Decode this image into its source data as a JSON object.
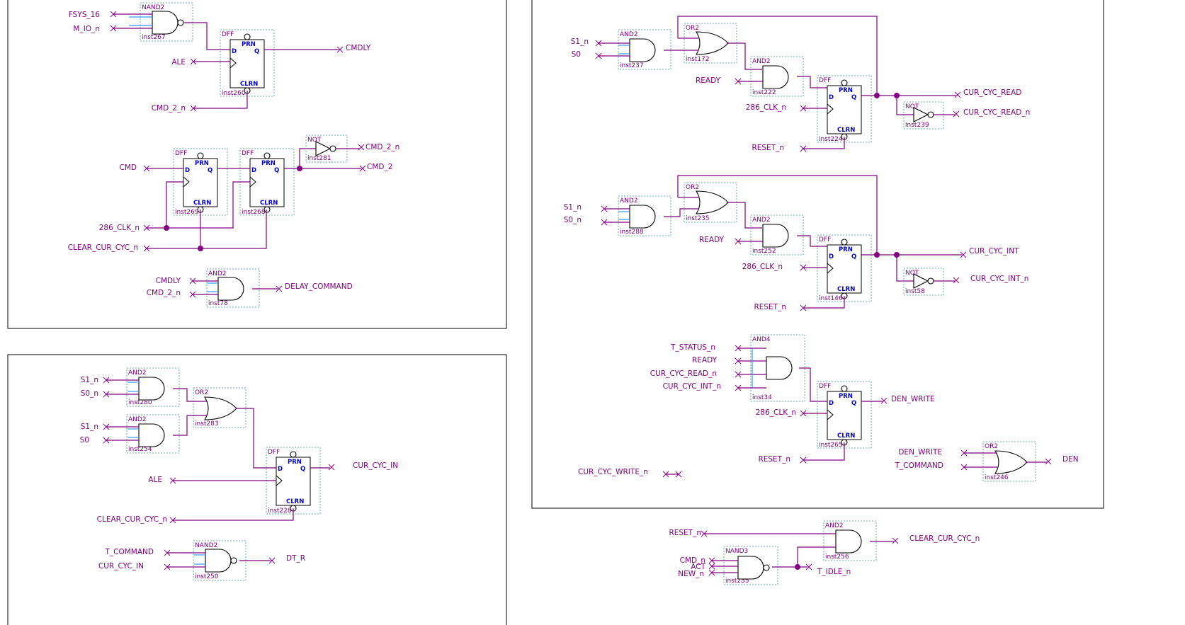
{
  "panel1": {
    "g_nand_a": {
      "type": "NAND2",
      "inst": "inst267",
      "in": [
        "FSYS_16",
        "M_IO_n"
      ]
    },
    "d_cmdly": {
      "type": "DFF",
      "inst": "inst260",
      "clk": "ALE",
      "clrn": "CMD_2_n",
      "out": "CMDLY"
    },
    "d_cmd1": {
      "type": "DFF",
      "inst": "inst269",
      "in": "CMD"
    },
    "d_cmd2": {
      "type": "DFF",
      "inst": "inst268"
    },
    "not1": {
      "type": "NOT",
      "inst": "inst281",
      "out": "CMD_2_n"
    },
    "cmd2_out": "CMD_2",
    "clk": "286_CLK_n",
    "clr": "CLEAR_CUR_CYC_n",
    "and_delay": {
      "type": "AND2",
      "inst": "inst78",
      "in": [
        "CMDLY",
        "CMD_2_n"
      ],
      "out": "DELAY_COMMAND"
    }
  },
  "panel2": {
    "a1": {
      "type": "AND2",
      "inst": "inst280",
      "in": [
        "S1_n",
        "S0_n"
      ]
    },
    "a2": {
      "type": "AND2",
      "inst": "inst254",
      "in": [
        "S1_n",
        "S0"
      ]
    },
    "or1": {
      "type": "OR2",
      "inst": "inst283"
    },
    "dff": {
      "type": "DFF",
      "inst": "inst228",
      "clk": "ALE",
      "clr": "CLEAR_CUR_CYC_n",
      "out": "CUR_CYC_IN"
    },
    "nand": {
      "type": "NAND2",
      "inst": "inst250",
      "in": [
        "T_COMMAND",
        "CUR_CYC_IN"
      ],
      "out": "DT_R"
    }
  },
  "panel3": {
    "r_and": {
      "type": "AND2",
      "inst": "inst237",
      "in": [
        "S1_n",
        "S0"
      ]
    },
    "r_or": {
      "type": "OR2",
      "inst": "inst172"
    },
    "r_and2": {
      "type": "AND2",
      "inst": "inst222",
      "in": "READY"
    },
    "r_dff": {
      "type": "DFF",
      "inst": "inst224",
      "clk": "286_CLK_n",
      "clr": "RESET_n",
      "out": "CUR_CYC_READ"
    },
    "r_not": {
      "type": "NOT",
      "inst": "inst239",
      "out": "CUR_CYC_READ_n"
    },
    "i_and": {
      "type": "AND2",
      "inst": "inst288",
      "in": [
        "S1_n",
        "S0_n"
      ]
    },
    "i_or": {
      "type": "OR2",
      "inst": "inst235"
    },
    "i_and2": {
      "type": "AND2",
      "inst": "inst252",
      "in": "READY"
    },
    "i_dff": {
      "type": "DFF",
      "inst": "inst146",
      "clk": "286_CLK_n",
      "clr": "RESET_n",
      "out": "CUR_CYC_INT"
    },
    "i_not": {
      "type": "NOT",
      "inst": "inst58",
      "out": "CUR_CYC_INT_n"
    },
    "and4": {
      "type": "AND4",
      "inst": "inst34",
      "in": [
        "T_STATUS_n",
        "READY",
        "CUR_CYC_READ_n",
        "CUR_CYC_INT_n"
      ]
    },
    "w_dff": {
      "type": "DFF",
      "inst": "inst265",
      "clk": "286_CLK_n",
      "clr": "RESET_n",
      "out": "DEN_WRITE"
    },
    "den_or": {
      "type": "OR2",
      "inst": "inst246",
      "in": [
        "DEN_WRITE",
        "T_COMMAND"
      ],
      "out": "DEN"
    },
    "stray": "CUR_CYC_WRITE_n"
  },
  "bottom": {
    "and": {
      "type": "AND2",
      "inst": "inst256",
      "in": "RESET_n",
      "out": "CLEAR_CUR_CYC_n"
    },
    "nand3": {
      "type": "NAND3",
      "inst": "inst255",
      "in": [
        "CMD_n",
        "ACT",
        "NEW_n"
      ],
      "out": "T_IDLE_n"
    }
  },
  "pins": {
    "d": "D",
    "q": "Q",
    "prn": "PRN",
    "clrn": "CLRN"
  }
}
